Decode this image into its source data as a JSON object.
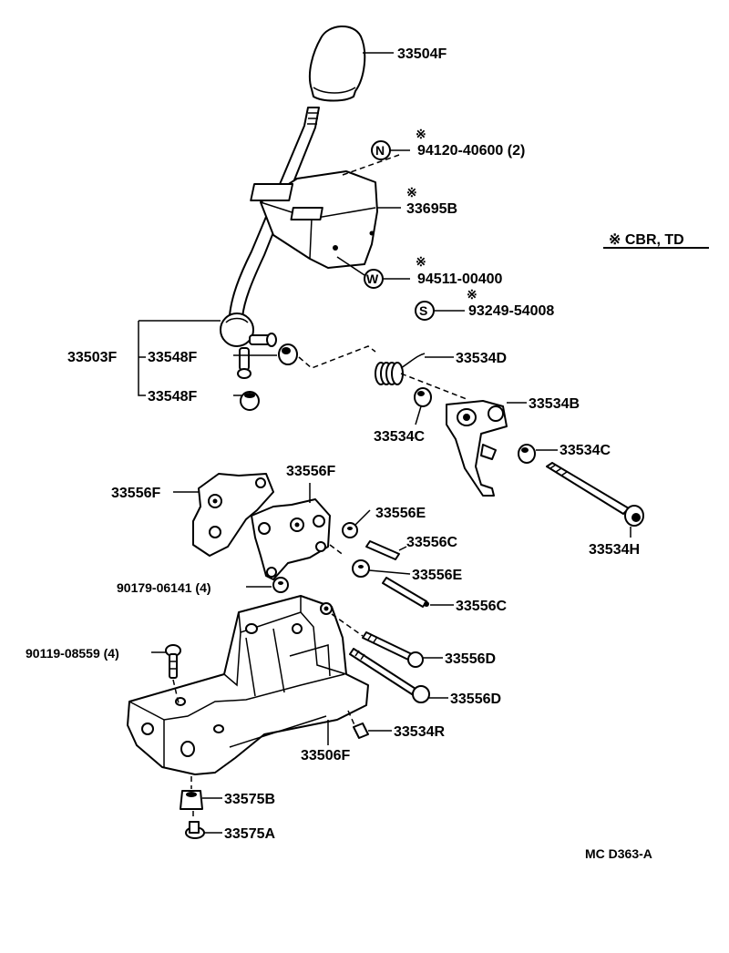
{
  "callouts": [
    {
      "id": "p33504F",
      "label": "33504F"
    },
    {
      "id": "p94120",
      "label": "94120-40600 (2)"
    },
    {
      "id": "p33695B",
      "label": "33695B"
    },
    {
      "id": "p94511",
      "label": "94511-00400"
    },
    {
      "id": "p93249",
      "label": "93249-54008"
    },
    {
      "id": "p33503F",
      "label": "33503F"
    },
    {
      "id": "p33548F_a",
      "label": "33548F"
    },
    {
      "id": "p33548F_b",
      "label": "33548F"
    },
    {
      "id": "p33534D",
      "label": "33534D"
    },
    {
      "id": "p33534B",
      "label": "33534B"
    },
    {
      "id": "p33534C_a",
      "label": "33534C"
    },
    {
      "id": "p33534C_b",
      "label": "33534C"
    },
    {
      "id": "p33534H",
      "label": "33534H"
    },
    {
      "id": "p33556F_a",
      "label": "33556F"
    },
    {
      "id": "p33556F_b",
      "label": "33556F"
    },
    {
      "id": "p33556E_a",
      "label": "33556E"
    },
    {
      "id": "p33556C_a",
      "label": "33556C"
    },
    {
      "id": "p33556E_b",
      "label": "33556E"
    },
    {
      "id": "p33556C_b",
      "label": "33556C"
    },
    {
      "id": "p90179",
      "label": "90179-06141 (4)"
    },
    {
      "id": "p90119",
      "label": "90119-08559 (4)"
    },
    {
      "id": "p33556D_a",
      "label": "33556D"
    },
    {
      "id": "p33556D_b",
      "label": "33556D"
    },
    {
      "id": "p33534R",
      "label": "33534R"
    },
    {
      "id": "p33506F",
      "label": "33506F"
    },
    {
      "id": "p33575B",
      "label": "33575B"
    },
    {
      "id": "p33575A",
      "label": "33575A"
    }
  ],
  "symbols": {
    "asterisk": "※",
    "nut": "N",
    "washer": "W",
    "screw": "S"
  },
  "legend": {
    "text": "※ CBR, TD"
  },
  "diagram_code": "MC D363-A"
}
